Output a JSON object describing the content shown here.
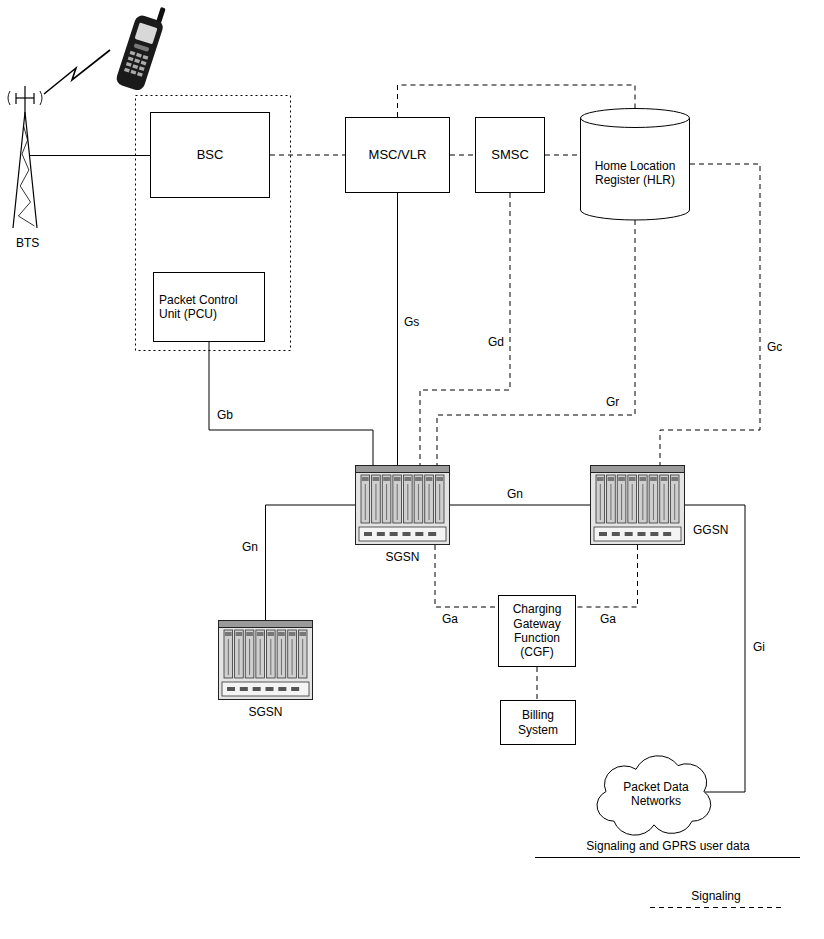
{
  "diagram": {
    "nodes": [
      {
        "text": [
          "BSC"
        ]
      },
      {
        "text": [
          "Packet Control Unit (PCU)"
        ]
      },
      {
        "text": [
          "MSC/VLR"
        ]
      },
      {
        "text": [
          "SMSC"
        ]
      },
      {
        "text": [
          "Home Location Register (HLR)"
        ]
      },
      {
        "text": [
          "SGSN"
        ]
      },
      {
        "text": [
          "GGSN"
        ]
      },
      {
        "text": [
          "SGSN"
        ]
      },
      {
        "text": [
          "Charging Gateway Function (CGF)"
        ]
      },
      {
        "text": [
          "Packet Data Networks"
        ]
      },
      {
        "text": [
          "Billing System"
        ]
      }
    ],
    "edges": [
      {
        "from": 0,
        "to": 2,
        "arrow": "none"
      },
      {
        "from": 2,
        "to": 3,
        "arrow": "none"
      },
      {
        "from": 3,
        "to": 4,
        "arrow": "none"
      },
      {
        "from": 2,
        "to": 4,
        "arrow": "none"
      },
      {
        "from": 1,
        "to": 5,
        "label": "Gb",
        "arrow": "none"
      },
      {
        "from": 2,
        "to": 5,
        "label": "Gs",
        "arrow": "none"
      },
      {
        "from": 3,
        "to": 5,
        "label": "Gd",
        "arrow": "none"
      },
      {
        "from": 4,
        "to": 5,
        "label": "Gr",
        "arrow": "none"
      },
      {
        "from": 4,
        "to": 6,
        "label": "Gc",
        "arrow": "none"
      },
      {
        "from": 5,
        "to": 6,
        "label": "Gn",
        "arrow": "none"
      },
      {
        "from": 5,
        "to": 7,
        "label": "Gn",
        "arrow": "none"
      },
      {
        "from": 5,
        "to": 8,
        "label": "Ga",
        "arrow": "none"
      },
      {
        "from": 6,
        "to": 8,
        "label": "Ga",
        "arrow": "none"
      },
      {
        "from": 6,
        "to": 9,
        "label": "Gi",
        "arrow": "none"
      },
      {
        "from": 8,
        "to": 10,
        "arrow": "none"
      }
    ],
    "labels": [
      "BTS"
    ],
    "legend": [
      {
        "text": "Signaling and GPRS user data"
      },
      {
        "text": "Signaling"
      }
    ]
  }
}
